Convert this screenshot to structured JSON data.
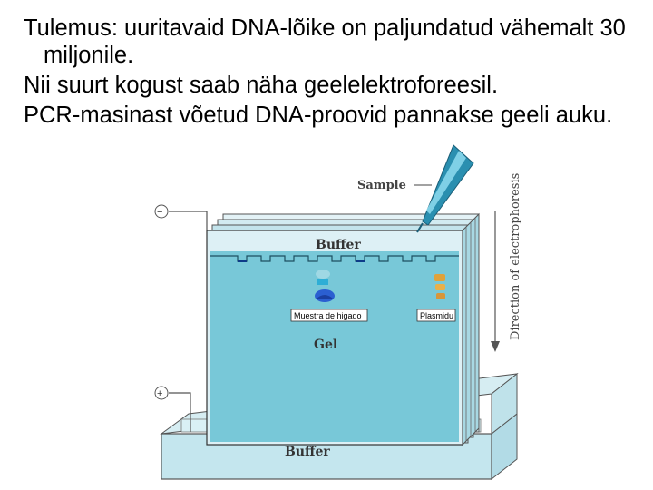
{
  "slide": {
    "bullets": [
      {
        "text": "Tulemus: uuritavaid DNA-lõike on paljundatud vähemalt 30 miljonile."
      },
      {
        "text": "Nii suurt kogust saab näha geelelektroforeesil."
      },
      {
        "text": "PCR-masinast võetud DNA-proovid pannakse geeli auku."
      }
    ]
  },
  "diagram": {
    "sample_label": "Sample",
    "buffer_top_label": "Buffer",
    "gel_label": "Gel",
    "buffer_bottom_label": "Buffer",
    "direction_label": "Direction of electrophoresis",
    "electrode_negative": "−",
    "electrode_positive": "+",
    "lane_labels": {
      "liver": "Muestra de higado",
      "plasmid": "Plasmidu"
    },
    "colors": {
      "gel": "#78c8d8",
      "buffer": "#c4e6ee",
      "lane_liver": "#2b5fd1",
      "lane_plasmid": "#e0a23a",
      "pipette": "#2a8fb0"
    }
  }
}
